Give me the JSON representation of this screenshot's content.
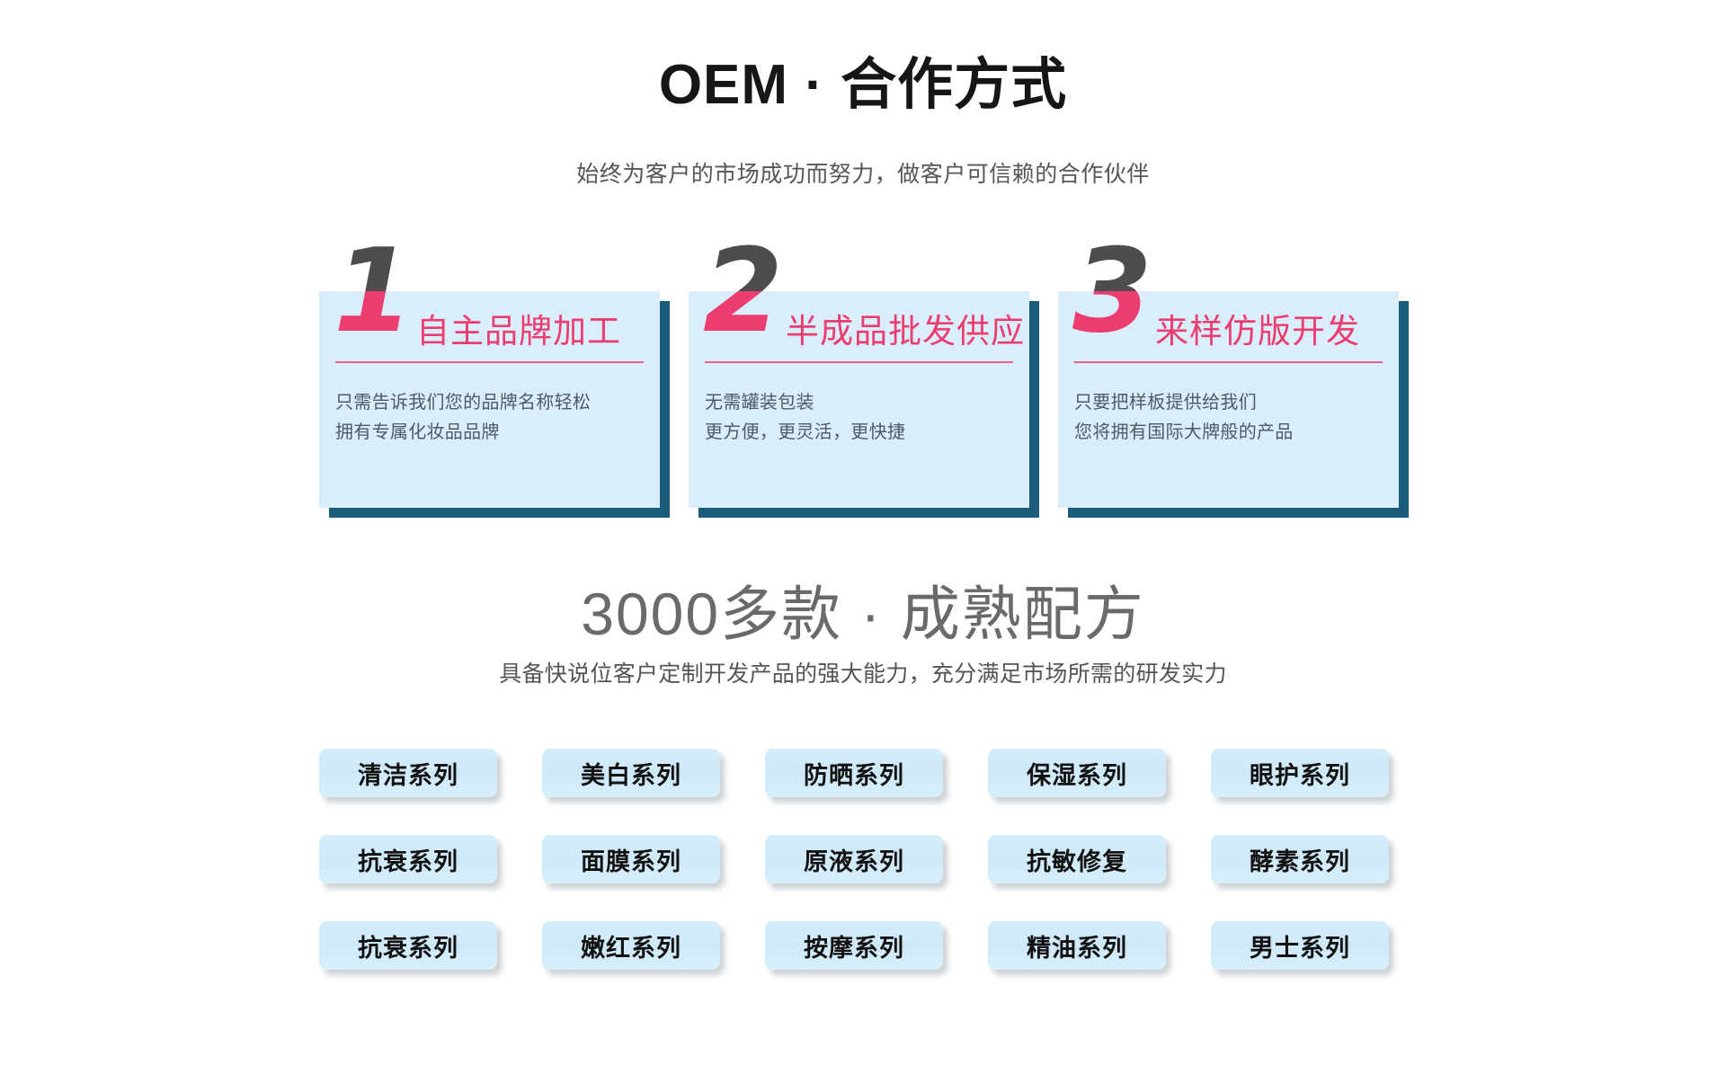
{
  "section1": {
    "title": "OEM · 合作方式",
    "subtitle": "始终为客户的市场成功而努力，做客户可信赖的合作伙伴",
    "cards": [
      {
        "number": "1",
        "title": "自主品牌加工",
        "body_line1": "只需告诉我们您的品牌名称轻松",
        "body_line2": "拥有专属化妆品品牌"
      },
      {
        "number": "2",
        "title": "半成品批发供应",
        "body_line1": "无需罐装包装",
        "body_line2": "更方便，更灵活，更快捷"
      },
      {
        "number": "3",
        "title": "来样仿版开发",
        "body_line1": "只要把样板提供给我们",
        "body_line2": "您将拥有国际大牌般的产品"
      }
    ]
  },
  "section2": {
    "title": "3000多款 · 成熟配方",
    "subtitle": "具备快说位客户定制开发产品的强大能力，充分满足市场所需的研发实力",
    "rows": [
      [
        "清洁系列",
        "美白系列",
        "防晒系列",
        "保湿系列",
        "眼护系列"
      ],
      [
        "抗衰系列",
        "面膜系列",
        "原液系列",
        "抗敏修复",
        "酵素系列"
      ],
      [
        "抗衰系列",
        "嫩红系列",
        "按摩系列",
        "精油系列",
        "男士系列"
      ]
    ]
  },
  "colors": {
    "accent_pink": "#ec3d70",
    "card_bg": "#d9edfa",
    "card_shadow": "#1a5c7a",
    "numeral_grey": "#4d4d4d",
    "pill_bg": "#d2eafa",
    "heading_grey": "#6a6a6a",
    "body_text": "#4c5c66",
    "page_bg": "#ffffff"
  }
}
